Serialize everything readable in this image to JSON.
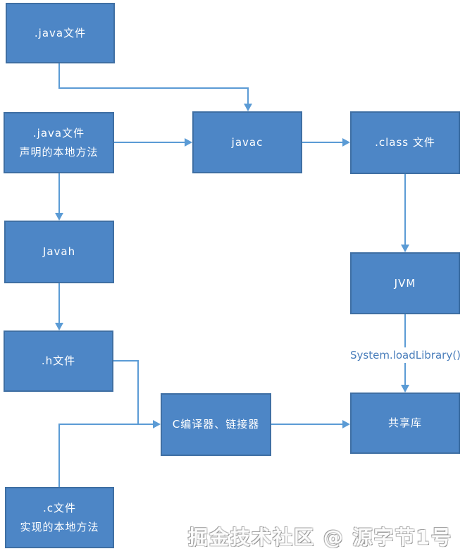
{
  "diagram": {
    "nodes": {
      "java_file": ".java文件",
      "java_native": ".java文件\n声明的本地方法",
      "javac": "javac",
      "class_file": ".class 文件",
      "javah": "Javah",
      "h_file": ".h文件",
      "jvm": "JVM",
      "c_compiler": "C编译器、链接器",
      "shared_lib": "共享库",
      "c_file": ".c文件\n实现的本地方法"
    },
    "edge_label": "System.loadLibrary()",
    "watermark": "掘金技术社区 @ 源字节1号",
    "colors": {
      "node_fill": "#4d86c6",
      "node_border": "#3f6fa3",
      "connector": "#5b9bd5",
      "node_text": "#ffffff",
      "edge_label_color": "#4a7ebb"
    }
  }
}
